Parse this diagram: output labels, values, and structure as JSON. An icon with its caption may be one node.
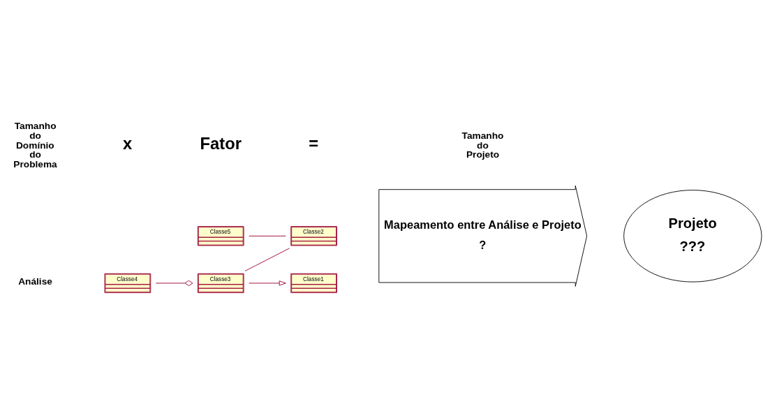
{
  "diagram": {
    "nodes": [
      {
        "text": [
          "Classe1"
        ]
      },
      {
        "text": [
          "Classe4"
        ]
      },
      {
        "text": [
          "Classe3"
        ]
      },
      {
        "text": [
          "Classe5"
        ]
      },
      {
        "text": [
          "Classe2"
        ]
      },
      {
        "text": [
          "Mapeamento entre Análise e Projeto",
          "?"
        ]
      },
      {
        "text": [
          "Projeto",
          "???"
        ]
      }
    ],
    "edges": [
      {
        "from": 2,
        "to": 0,
        "arrow": "to"
      },
      {
        "from": 1,
        "to": 2,
        "arrow": "other"
      },
      {
        "from": 2,
        "to": 4,
        "arrow": "none"
      },
      {
        "from": 3,
        "to": 4,
        "arrow": "none"
      }
    ],
    "labels": [
      "Análise",
      "Tamanho do Domínio do Problema",
      "x",
      "Fator",
      "=",
      "Tamanho do Projeto"
    ]
  }
}
